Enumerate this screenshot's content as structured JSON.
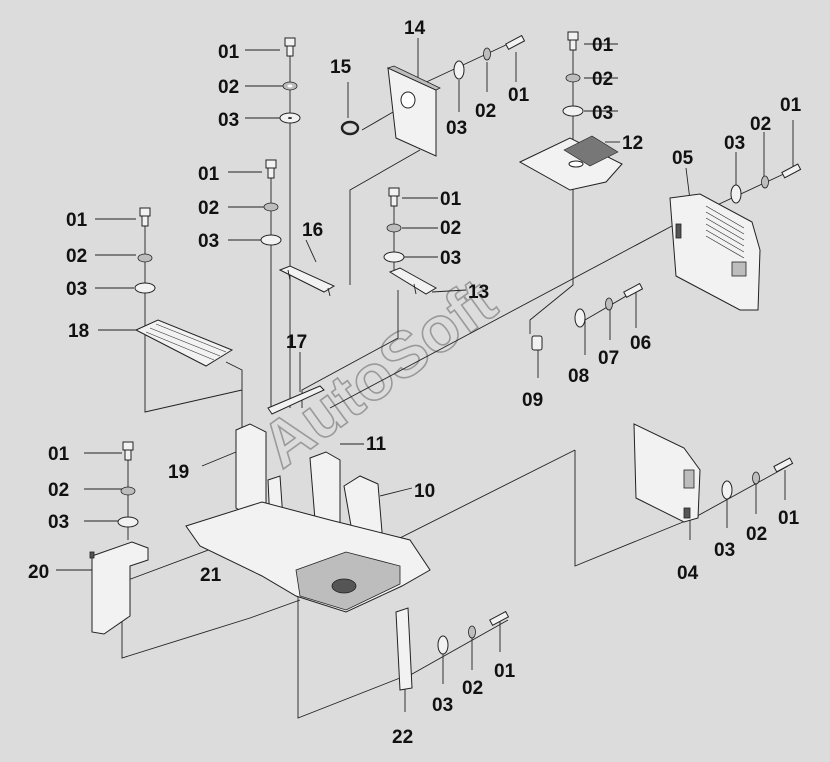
{
  "watermark": "AutoSoft",
  "callouts": [
    {
      "id": "c01a",
      "text": "01"
    },
    {
      "id": "c02a",
      "text": "02"
    },
    {
      "id": "c03a",
      "text": "03"
    },
    {
      "id": "c15",
      "text": "15"
    },
    {
      "id": "c14",
      "text": "14"
    },
    {
      "id": "c03b",
      "text": "03"
    },
    {
      "id": "c02b",
      "text": "02"
    },
    {
      "id": "c01b",
      "text": "01"
    },
    {
      "id": "c01c",
      "text": "01"
    },
    {
      "id": "c02c",
      "text": "02"
    },
    {
      "id": "c03c",
      "text": "03"
    },
    {
      "id": "c12",
      "text": "12"
    },
    {
      "id": "c01d",
      "text": "01"
    },
    {
      "id": "c02d",
      "text": "02"
    },
    {
      "id": "c03d",
      "text": "03"
    },
    {
      "id": "c05",
      "text": "05"
    },
    {
      "id": "c01e",
      "text": "01"
    },
    {
      "id": "c02e",
      "text": "02"
    },
    {
      "id": "c03e",
      "text": "03"
    },
    {
      "id": "c16",
      "text": "16"
    },
    {
      "id": "c01f",
      "text": "01"
    },
    {
      "id": "c02f",
      "text": "02"
    },
    {
      "id": "c03f",
      "text": "03"
    },
    {
      "id": "c13",
      "text": "13"
    },
    {
      "id": "c01g",
      "text": "01"
    },
    {
      "id": "c02g",
      "text": "02"
    },
    {
      "id": "c03g",
      "text": "03"
    },
    {
      "id": "c18",
      "text": "18"
    },
    {
      "id": "c17",
      "text": "17"
    },
    {
      "id": "c08",
      "text": "08"
    },
    {
      "id": "c07",
      "text": "07"
    },
    {
      "id": "c06",
      "text": "06"
    },
    {
      "id": "c09",
      "text": "09"
    },
    {
      "id": "c01h",
      "text": "01"
    },
    {
      "id": "c02h",
      "text": "02"
    },
    {
      "id": "c03h",
      "text": "03"
    },
    {
      "id": "c19",
      "text": "19"
    },
    {
      "id": "c11",
      "text": "11"
    },
    {
      "id": "c10",
      "text": "10"
    },
    {
      "id": "c20",
      "text": "20"
    },
    {
      "id": "c21",
      "text": "21"
    },
    {
      "id": "c01i",
      "text": "01"
    },
    {
      "id": "c02i",
      "text": "02"
    },
    {
      "id": "c03i",
      "text": "03"
    },
    {
      "id": "c04",
      "text": "04"
    },
    {
      "id": "c03j",
      "text": "03"
    },
    {
      "id": "c02j",
      "text": "02"
    },
    {
      "id": "c01j",
      "text": "01"
    },
    {
      "id": "c22",
      "text": "22"
    }
  ]
}
